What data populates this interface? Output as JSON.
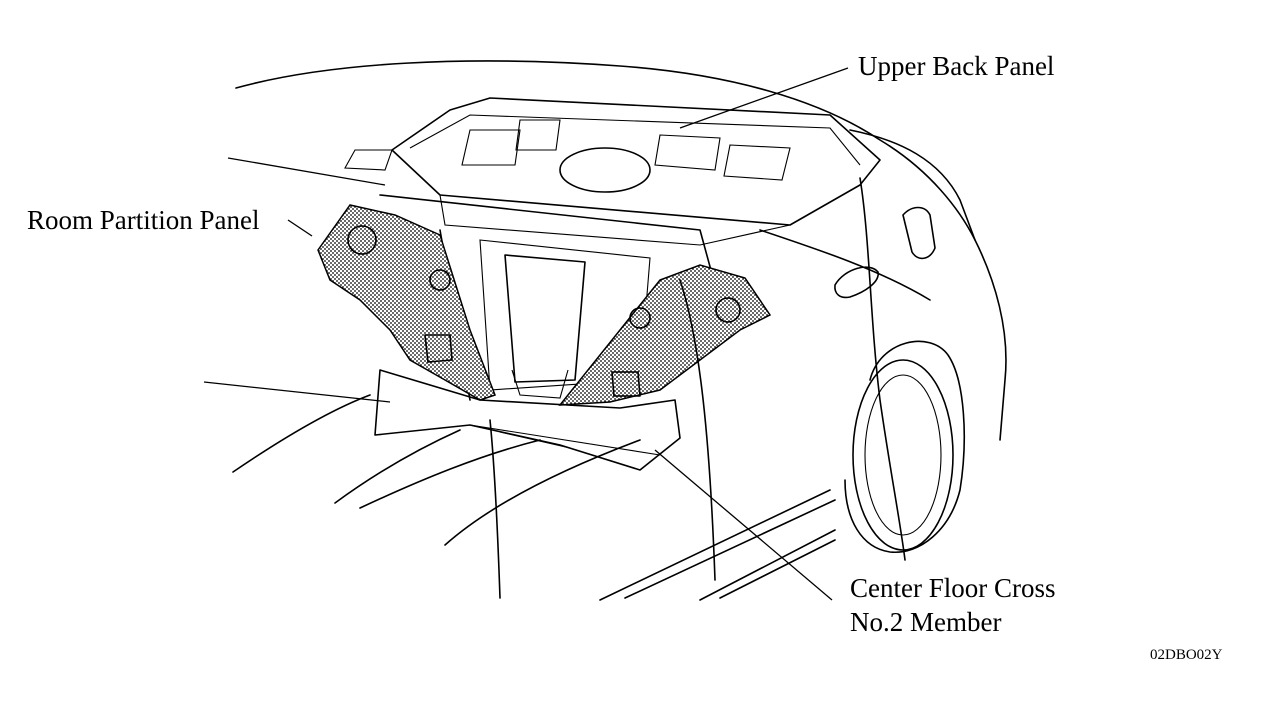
{
  "labels": {
    "upper_back_panel": "Upper Back Panel",
    "room_partition_panel": "Room Partition Panel",
    "center_floor_cross_line1": "Center Floor Cross",
    "center_floor_cross_line2": "No.2 Member"
  },
  "figure_code": "02DBO02Y",
  "colors": {
    "line": "#000000",
    "background": "#ffffff",
    "hatch": "#000000"
  }
}
